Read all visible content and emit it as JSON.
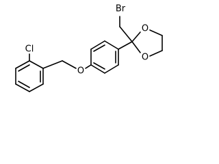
{
  "molecule": {
    "atoms": {
      "bromine": "Br",
      "chlorine": "Cl",
      "ether_oxygen": "O",
      "dioxolane_oxygen_top": "O",
      "dioxolane_oxygen_bottom": "O"
    }
  }
}
